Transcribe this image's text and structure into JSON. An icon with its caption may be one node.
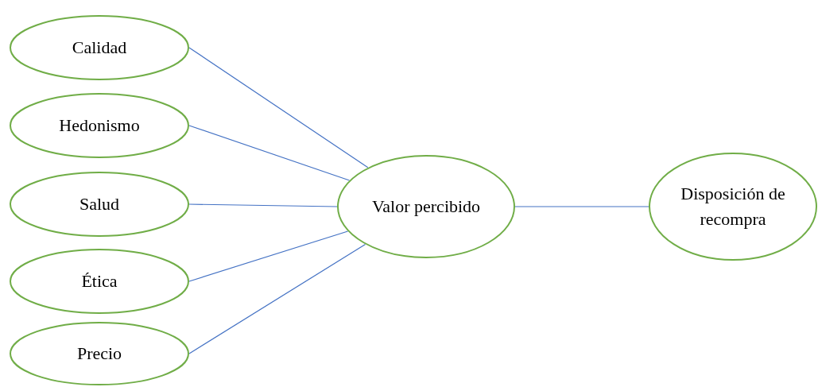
{
  "diagram": {
    "nodes": [
      {
        "text": [
          "Calidad"
        ]
      },
      {
        "text": [
          "Hedonismo"
        ]
      },
      {
        "text": [
          "Salud"
        ]
      },
      {
        "text": [
          "Ética"
        ]
      },
      {
        "text": [
          "Precio"
        ]
      },
      {
        "text": [
          "Valor percibido"
        ]
      },
      {
        "text": [
          "Disposición de recompra"
        ]
      }
    ],
    "edges": [
      {
        "from": 0,
        "to": 5,
        "arrow": "none"
      },
      {
        "from": 1,
        "to": 5,
        "arrow": "none"
      },
      {
        "from": 2,
        "to": 5,
        "arrow": "none"
      },
      {
        "from": 3,
        "to": 5,
        "arrow": "none"
      },
      {
        "from": 4,
        "to": 5,
        "arrow": "none"
      },
      {
        "from": 5,
        "to": 6,
        "arrow": "none"
      }
    ]
  }
}
